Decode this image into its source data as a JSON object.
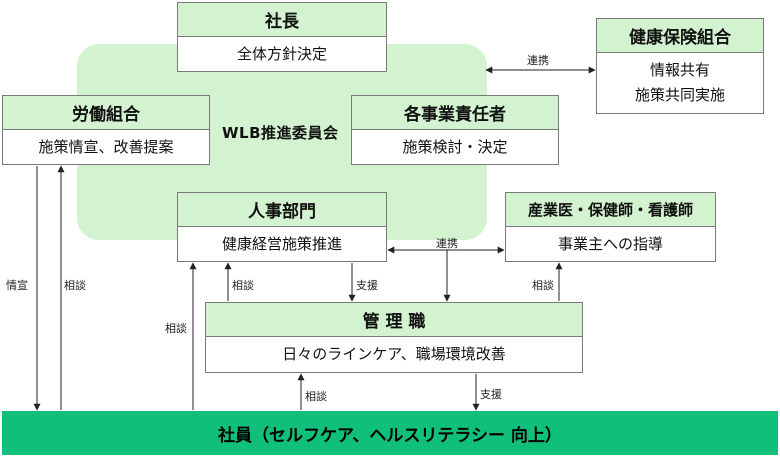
{
  "committee": "WLB推進委員会",
  "president": {
    "title": "社長",
    "desc": "全体方針決定"
  },
  "health_insurance": {
    "title": "健康保険組合",
    "lines": [
      "情報共有",
      "施策共同実施"
    ]
  },
  "labor_union": {
    "title": "労働組合",
    "desc": "施策情宣、改善提案"
  },
  "division_heads": {
    "title": "各事業責任者",
    "desc": "施策検討・決定"
  },
  "hr_dept": {
    "title": "人事部門",
    "desc": "健康経営施策推進"
  },
  "medical": {
    "title": "産業医・保健師・看護師",
    "desc": "事業主への指導"
  },
  "managers": {
    "title": "管 理 職",
    "desc": "日々のラインケア、職場環境改善"
  },
  "employees": "社員（セルフケア、ヘルスリテラシー 向上）",
  "labels": {
    "coop1": "連携",
    "coop2": "連携",
    "publicize": "情宣",
    "consult_union": "相談",
    "consult_hr": "相談",
    "consult_hr_mgr": "相談",
    "support_hr": "支援",
    "consult_med": "相談",
    "consult_mgr": "相談",
    "support_mgr": "支援"
  },
  "colors": {
    "header_fill": "#d3f2d0",
    "employee_bar": "#0fbf7a"
  }
}
